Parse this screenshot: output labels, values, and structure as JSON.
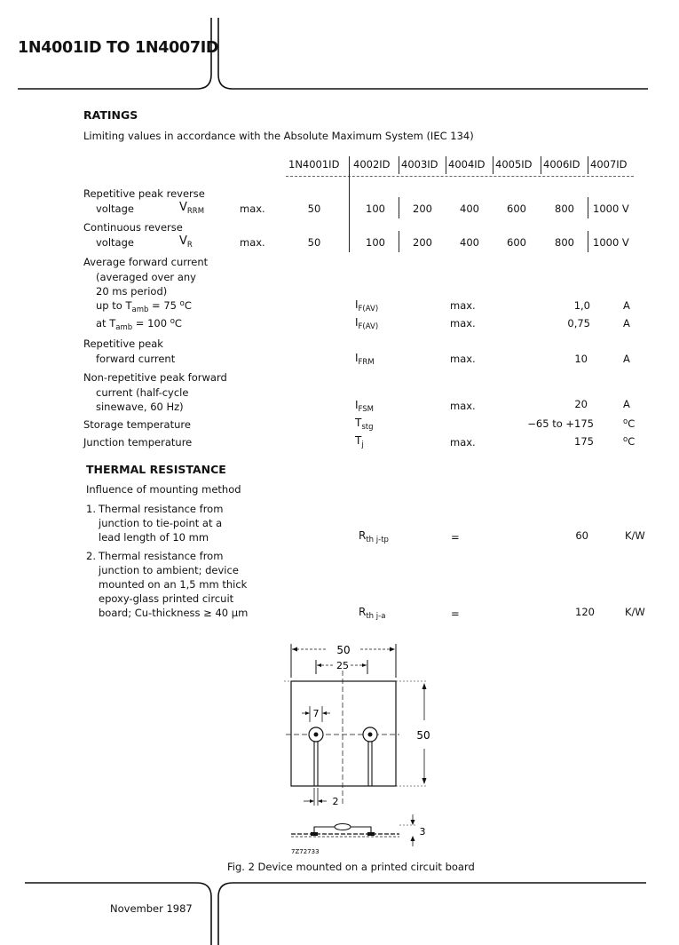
{
  "header": {
    "title": "1N4001ID TO 1N4007ID"
  },
  "ratings": {
    "heading": "RATINGS",
    "intro": "Limiting values in accordance with the Absolute Maximum System (IEC 134)",
    "columns": [
      "1N4001ID",
      "4002ID",
      "4003ID",
      "4004ID",
      "4005ID",
      "4006ID",
      "4007ID"
    ],
    "vrrm": {
      "label1": "Repetitive peak reverse",
      "label2": "voltage",
      "symbol_main": "V",
      "symbol_sub": "RRM",
      "qual": "max.",
      "values": [
        "50",
        "100",
        "200",
        "400",
        "600",
        "800",
        "1000 V"
      ]
    },
    "vr": {
      "label1": "Continuous reverse",
      "label2": "voltage",
      "symbol_main": "V",
      "symbol_sub": "R",
      "qual": "max.",
      "values": [
        "50",
        "100",
        "200",
        "400",
        "600",
        "800",
        "1000 V"
      ]
    },
    "ifav": {
      "label1": "Average forward current",
      "label2": "(averaged over any",
      "label3": "20 ms period)",
      "row1_pre": "up to T",
      "row1_sub": "amb",
      "row1_post": " = 75 ",
      "row1_unit_sup": "o",
      "row1_unit": "C",
      "row2_pre": "at T",
      "row2_sub": "amb",
      "row2_post": " = 100 ",
      "row2_unit_sup": "o",
      "row2_unit": "C",
      "symbol_main": "I",
      "symbol_sub": "F(AV)",
      "qual": "max.",
      "value1": "1,0",
      "value2": "0,75",
      "unit": "A"
    },
    "ifrm": {
      "label1": "Repetitive peak",
      "label2": "forward current",
      "symbol_main": "I",
      "symbol_sub": "FRM",
      "qual": "max.",
      "value": "10",
      "unit": "A"
    },
    "ifsm": {
      "label1": "Non-repetitive peak forward",
      "label2": "current (half-cycle",
      "label3": "sinewave, 60 Hz)",
      "symbol_main": "I",
      "symbol_sub": "FSM",
      "qual": "max.",
      "value": "20",
      "unit": "A"
    },
    "tstg": {
      "label": "Storage temperature",
      "symbol_main": "T",
      "symbol_sub": "stg",
      "value": "−65 to +175",
      "unit_sup": "o",
      "unit": "C"
    },
    "tj": {
      "label": "Junction temperature",
      "symbol_main": "T",
      "symbol_sub": "j",
      "qual": "max.",
      "value": "175",
      "unit_sup": "o",
      "unit": "C"
    }
  },
  "thermal": {
    "heading": "THERMAL RESISTANCE",
    "intro": "Influence of mounting method",
    "item1": {
      "num": "1.",
      "l1": "Thermal resistance from",
      "l2": "junction to tie-point at a",
      "l3": "lead length of 10 mm",
      "symbol_main": "R",
      "symbol_sub": "th j-tp",
      "eq": "=",
      "value": "60",
      "unit": "K/W"
    },
    "item2": {
      "num": "2.",
      "l1": "Thermal resistance from",
      "l2": "junction to ambient; device",
      "l3": "mounted on an 1,5 mm thick",
      "l4": "epoxy-glass printed circuit",
      "l5": "board; Cu-thickness ≥ 40 µm",
      "symbol_main": "R",
      "symbol_sub": "th j-a",
      "eq": "=",
      "value": "120",
      "unit": "K/W"
    }
  },
  "figure": {
    "dim_width": "50",
    "dim_pitch": "25",
    "dim_pad": "7",
    "dim_height": "50",
    "dim_lead": "2",
    "dim_thickness": "3",
    "code": "7Z72733",
    "caption": "Fig. 2  Device mounted on a printed circuit board"
  },
  "footer": {
    "date": "November 1987"
  }
}
